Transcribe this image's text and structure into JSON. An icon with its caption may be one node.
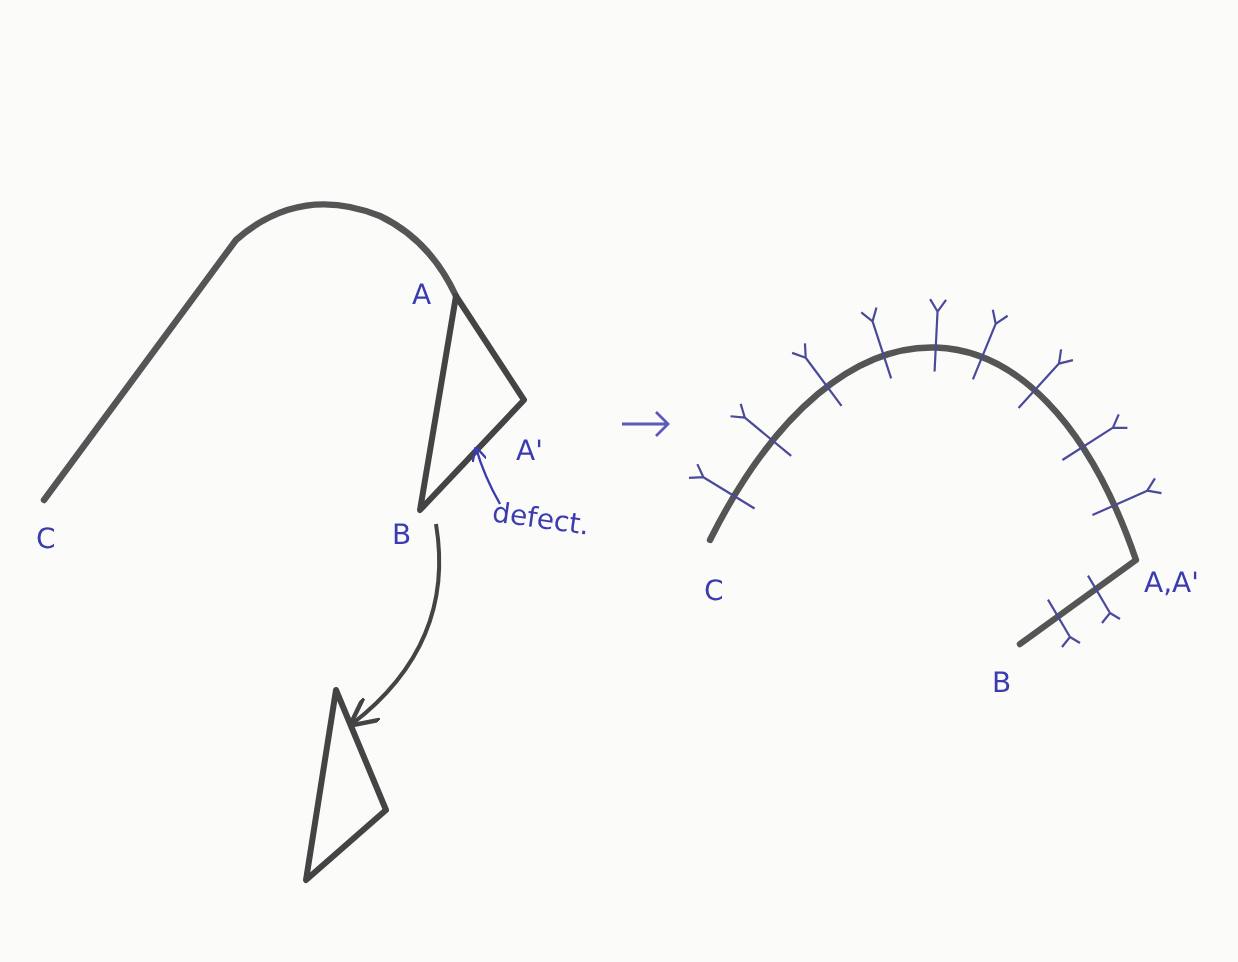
{
  "diagram": {
    "nodes": [
      {
        "text": [
          "defect."
        ]
      },
      {
        "text": [],
        "shape": "triangle"
      },
      {
        "text": [],
        "shape": "triangle"
      }
    ],
    "edges": [
      {
        "from": 0,
        "to": 1,
        "arrow": "to"
      },
      {
        "from": 1,
        "to": 2,
        "arrow": "to",
        "color": "#444444"
      }
    ],
    "labels": [
      "A",
      "A'",
      "C",
      "B",
      "C",
      "A,A'",
      "B"
    ]
  }
}
